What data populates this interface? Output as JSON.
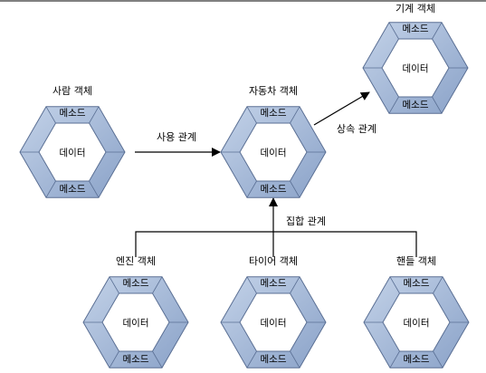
{
  "method_label": "메소드",
  "data_label": "데이터",
  "objects": [
    {
      "id": "machine",
      "title": "기계 객체"
    },
    {
      "id": "person",
      "title": "사람 객체"
    },
    {
      "id": "car",
      "title": "자동차 객체"
    },
    {
      "id": "engine",
      "title": "엔진 객체"
    },
    {
      "id": "tire",
      "title": "타이어 객체"
    },
    {
      "id": "handle",
      "title": "핸들 객체"
    }
  ],
  "relations": {
    "use": "사용 관계",
    "inherit": "상속 관계",
    "aggregate": "집합 관계"
  },
  "colors": {
    "hex_outer": "#a9bcd8",
    "hex_outer_dark": "#7f97bf",
    "hex_inner": "#ffffff",
    "hex_stroke": "#5a6f94",
    "text": "#000000",
    "arrow": "#000000",
    "rule": "#000000"
  }
}
